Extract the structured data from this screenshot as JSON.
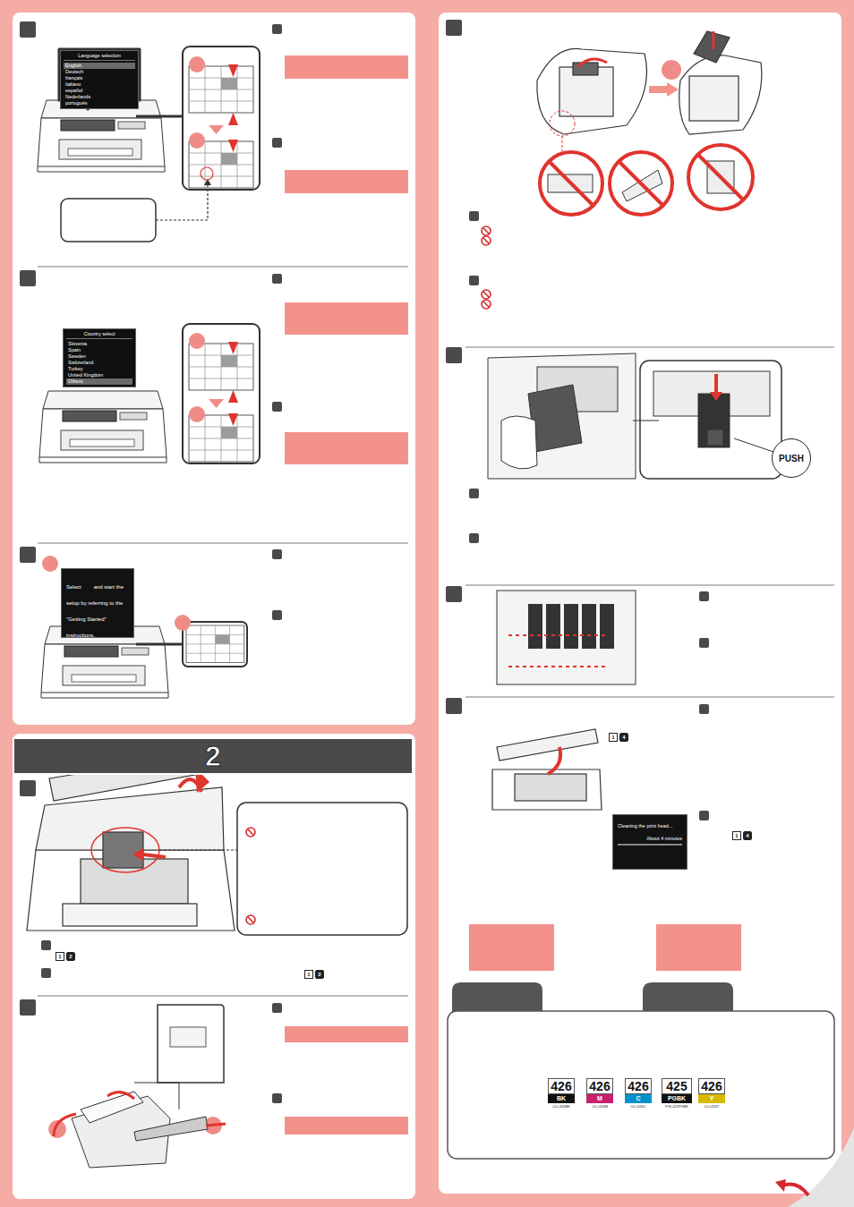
{
  "diagram": {
    "nodes": [
      {
        "text": [
          "Language selection",
          "English",
          "Deutsch",
          "français",
          "italiano",
          "español",
          "Nederlands",
          "português"
        ]
      },
      {
        "text": [
          "Country select",
          "Slovenia",
          "Spain",
          "Sweden",
          "Switzerland",
          "Turkey",
          "United Kingdom",
          "Others"
        ]
      },
      {
        "text": [
          "Select",
          "and start the setup by referring to the \"Getting Started\" instructions."
        ]
      },
      {
        "text": [
          "2"
        ]
      },
      {
        "text": [
          "PUSH"
        ]
      },
      {
        "text": [
          "Cleaning the print head...",
          "About 4 minutes"
        ]
      },
      {
        "text": [
          "426",
          "BK",
          "CLI-426BK"
        ]
      },
      {
        "text": [
          "426",
          "M",
          "CLI-426M"
        ]
      },
      {
        "text": [
          "426",
          "C",
          "CLI-426C"
        ]
      },
      {
        "text": [
          "425",
          "PGBK",
          "PGI-425PGBK"
        ]
      },
      {
        "text": [
          "426",
          "Y",
          "CLI-426Y"
        ]
      }
    ],
    "labels": [
      "1",
      "2",
      "1",
      "2",
      "1",
      "4",
      "1",
      "4"
    ]
  }
}
